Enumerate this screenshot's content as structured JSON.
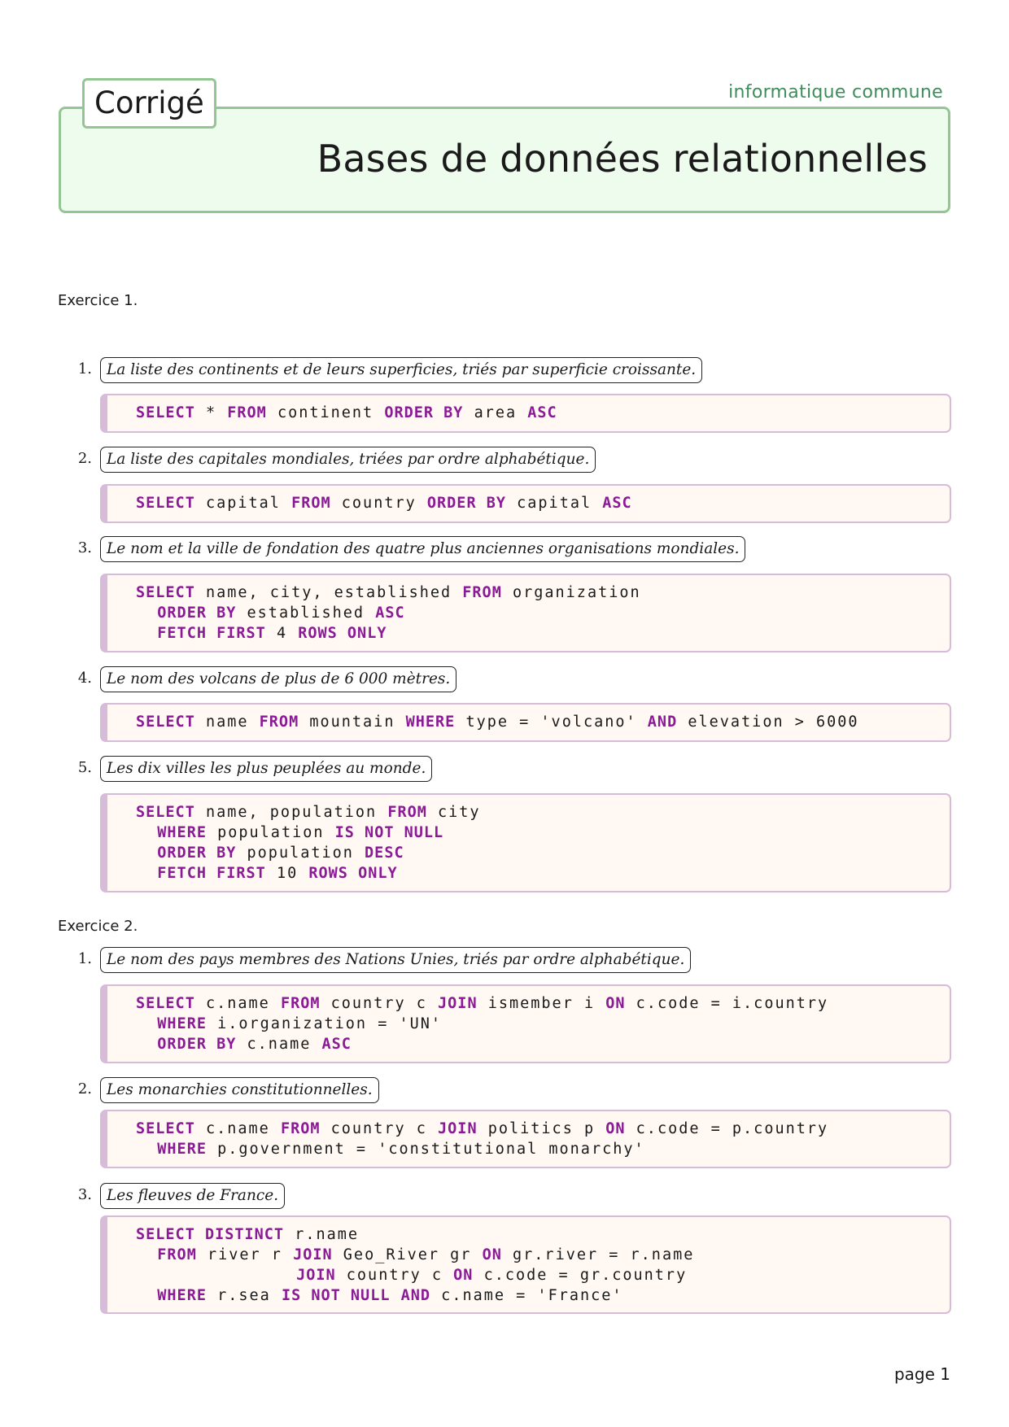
{
  "header": {
    "subject": "informatique commune",
    "tab_label": "Corrigé",
    "title": "Bases de données relationnelles"
  },
  "exercises": [
    {
      "title": "Exercice 1.",
      "questions": [
        {
          "number": "1.",
          "text": "La liste des continents et de leurs superficies, triés par superficie croissante.",
          "code": [
            [
              {
                "kw": "SELECT"
              },
              {
                "t": " * "
              },
              {
                "kw": "FROM"
              },
              {
                "t": " continent "
              },
              {
                "kw": "ORDER BY"
              },
              {
                "t": " area "
              },
              {
                "kw": "ASC"
              }
            ]
          ]
        },
        {
          "number": "2.",
          "text": "La liste des capitales mondiales, triées par ordre alphabétique.",
          "code": [
            [
              {
                "kw": "SELECT"
              },
              {
                "t": " capital "
              },
              {
                "kw": "FROM"
              },
              {
                "t": " country "
              },
              {
                "kw": "ORDER BY"
              },
              {
                "t": " capital "
              },
              {
                "kw": "ASC"
              }
            ]
          ]
        },
        {
          "number": "3.",
          "text": "Le nom et la ville de fondation des quatre plus anciennes organisations mondiales.",
          "code": [
            [
              {
                "kw": "SELECT"
              },
              {
                "t": " name, city, established "
              },
              {
                "kw": "FROM"
              },
              {
                "t": " organization"
              }
            ],
            [
              {
                "t": "  "
              },
              {
                "kw": "ORDER BY"
              },
              {
                "t": " established "
              },
              {
                "kw": "ASC"
              }
            ],
            [
              {
                "t": "  "
              },
              {
                "kw": "FETCH FIRST"
              },
              {
                "t": " 4 "
              },
              {
                "kw": "ROWS ONLY"
              }
            ]
          ]
        },
        {
          "number": "4.",
          "text": "Le nom des volcans de plus de 6 000 mètres.",
          "code": [
            [
              {
                "kw": "SELECT"
              },
              {
                "t": " name "
              },
              {
                "kw": "FROM"
              },
              {
                "t": " mountain "
              },
              {
                "kw": "WHERE"
              },
              {
                "t": " type = 'volcano' "
              },
              {
                "kw": "AND"
              },
              {
                "t": " elevation > 6000"
              }
            ]
          ]
        },
        {
          "number": "5.",
          "text": "Les dix villes les plus peuplées au monde.",
          "code": [
            [
              {
                "kw": "SELECT"
              },
              {
                "t": " name, population "
              },
              {
                "kw": "FROM"
              },
              {
                "t": " city"
              }
            ],
            [
              {
                "t": "  "
              },
              {
                "kw": "WHERE"
              },
              {
                "t": " population "
              },
              {
                "kw": "IS NOT NULL"
              }
            ],
            [
              {
                "t": "  "
              },
              {
                "kw": "ORDER BY"
              },
              {
                "t": " population "
              },
              {
                "kw": "DESC"
              }
            ],
            [
              {
                "t": "  "
              },
              {
                "kw": "FETCH FIRST"
              },
              {
                "t": " 10 "
              },
              {
                "kw": "ROWS ONLY"
              }
            ]
          ]
        }
      ]
    },
    {
      "title": "Exercice 2.",
      "questions": [
        {
          "number": "1.",
          "text": "Le nom des pays membres des Nations Unies, triés par ordre alphabétique.",
          "code": [
            [
              {
                "kw": "SELECT"
              },
              {
                "t": " c.name "
              },
              {
                "kw": "FROM"
              },
              {
                "t": " country c "
              },
              {
                "kw": "JOIN"
              },
              {
                "t": " ismember i "
              },
              {
                "kw": "ON"
              },
              {
                "t": " c.code = i.country"
              }
            ],
            [
              {
                "t": "  "
              },
              {
                "kw": "WHERE"
              },
              {
                "t": " i.organization = 'UN'"
              }
            ],
            [
              {
                "t": "  "
              },
              {
                "kw": "ORDER BY"
              },
              {
                "t": " c.name "
              },
              {
                "kw": "ASC"
              }
            ]
          ]
        },
        {
          "number": "2.",
          "text": "Les monarchies constitutionnelles.",
          "code": [
            [
              {
                "kw": "SELECT"
              },
              {
                "t": " c.name "
              },
              {
                "kw": "FROM"
              },
              {
                "t": " country c "
              },
              {
                "kw": "JOIN"
              },
              {
                "t": " politics p "
              },
              {
                "kw": "ON"
              },
              {
                "t": " c.code = p.country"
              }
            ],
            [
              {
                "t": "  "
              },
              {
                "kw": "WHERE"
              },
              {
                "t": " p.government = 'constitutional monarchy'"
              }
            ]
          ]
        },
        {
          "number": "3.",
          "text": "Les fleuves de France.",
          "code": [
            [
              {
                "kw": "SELECT DISTINCT"
              },
              {
                "t": " r.name"
              }
            ],
            [
              {
                "t": "  "
              },
              {
                "kw": "FROM"
              },
              {
                "t": " river r "
              },
              {
                "kw": "JOIN"
              },
              {
                "t": " Geo_River gr "
              },
              {
                "kw": "ON"
              },
              {
                "t": " gr.river = r.name"
              }
            ],
            [
              {
                "t": "               "
              },
              {
                "kw": "JOIN"
              },
              {
                "t": " country c "
              },
              {
                "kw": "ON"
              },
              {
                "t": " c.code = gr.country"
              }
            ],
            [
              {
                "t": "  "
              },
              {
                "kw": "WHERE"
              },
              {
                "t": " r.sea "
              },
              {
                "kw": "IS NOT NULL"
              },
              {
                "t": " "
              },
              {
                "kw": "AND"
              },
              {
                "t": " c.name = 'France'"
              }
            ]
          ]
        }
      ]
    }
  ],
  "footer": {
    "page_label": "page 1"
  }
}
